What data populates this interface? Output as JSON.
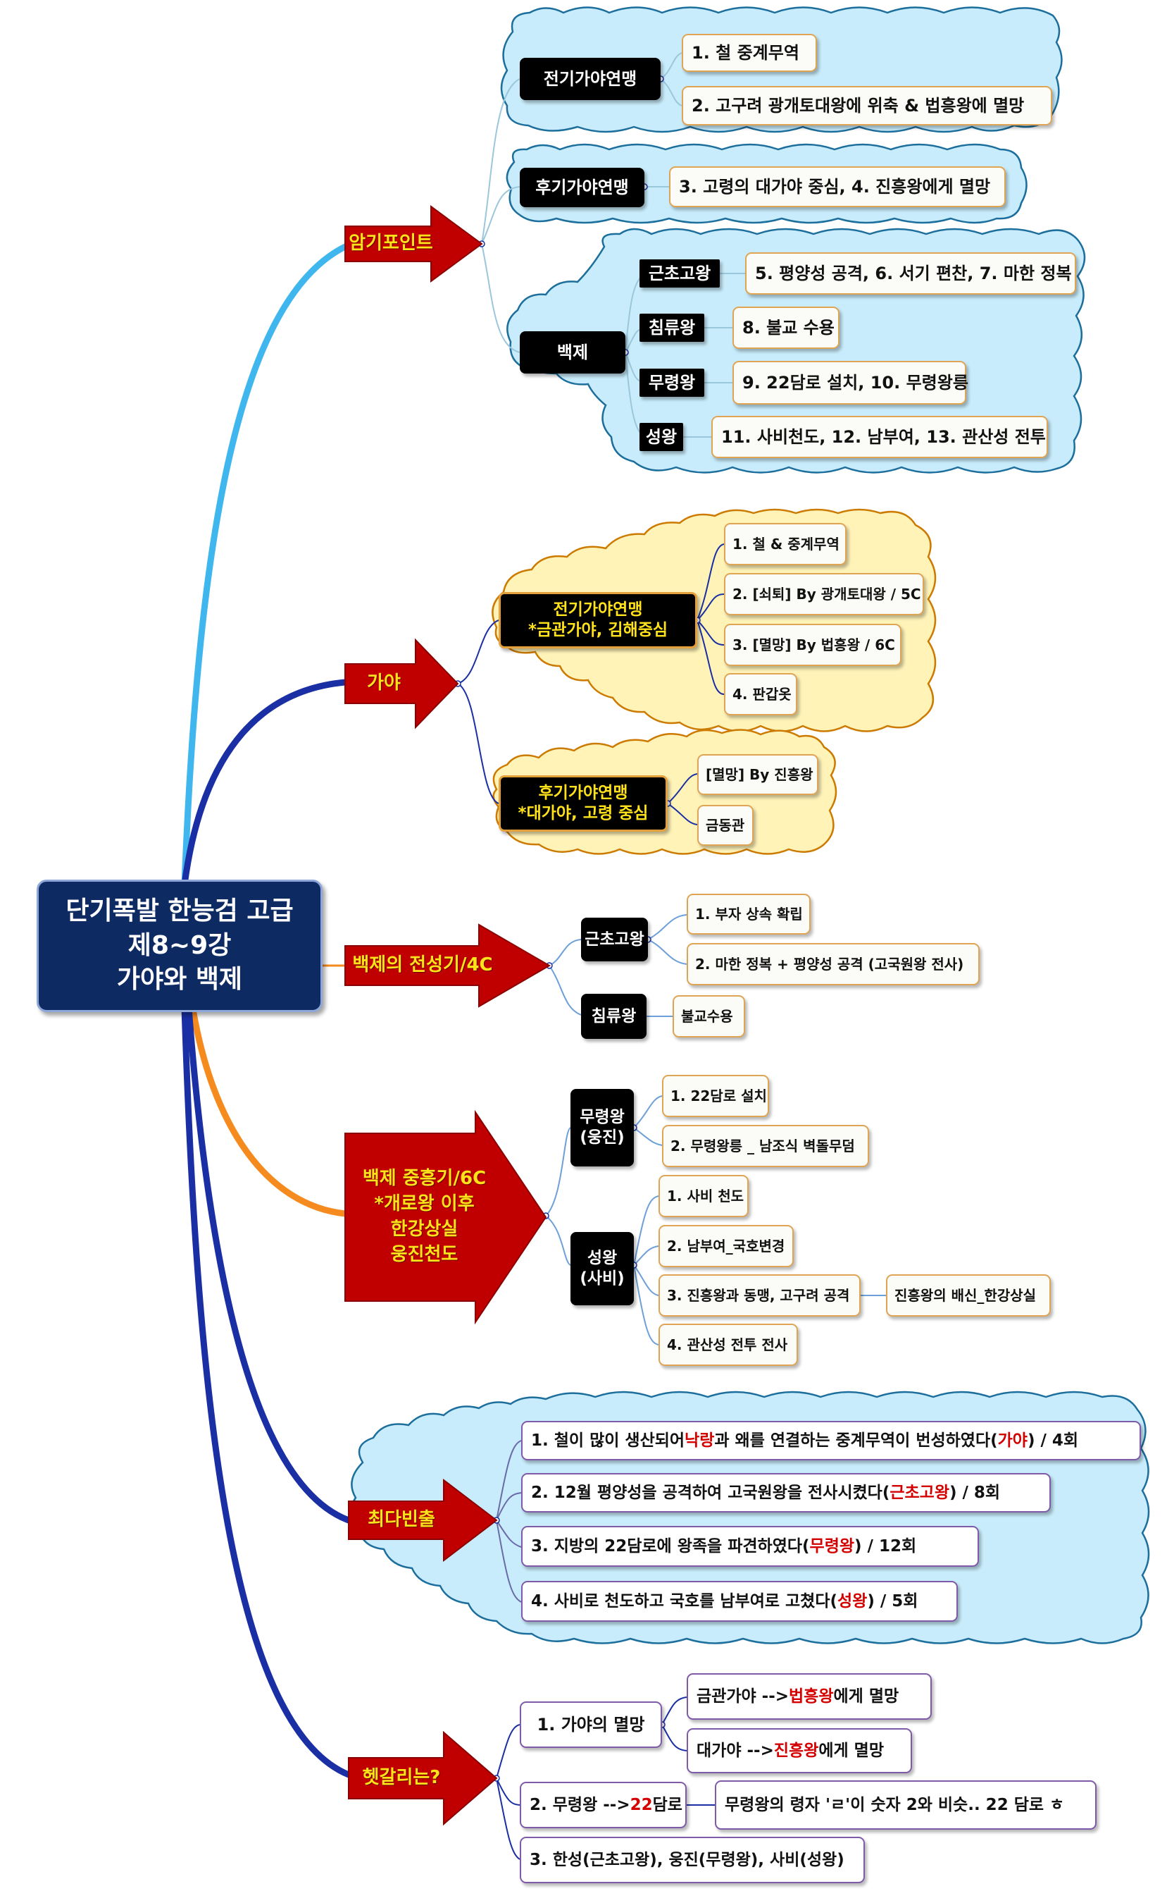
{
  "central": {
    "lines": [
      "단기폭발 한능검 고급",
      "제8~9강",
      "가야와 백제"
    ]
  },
  "topics": {
    "t1": "암기포인트",
    "t2": "가야",
    "t3": "백제의 전성기/4C",
    "t4": [
      "백제 중흥기/6C",
      "*개로왕 이후",
      "한강상실",
      "웅진천도"
    ],
    "t5": "최다빈출",
    "t6": "헷갈리는?"
  },
  "memo": {
    "jeongi": {
      "label": "전기가야연맹",
      "items": [
        "1. 철 중계무역",
        "2. 고구려 광개토대왕에 위축 & 법흥왕에 멸망"
      ]
    },
    "hugi": {
      "label": "후기가야연맹",
      "items": [
        "3. 고령의 대가야 중심, 4. 진흥왕에게 멸망"
      ]
    },
    "baekje": {
      "label": "백제",
      "kings": [
        {
          "name": "근초고왕",
          "text": "5. 평양성 공격, 6. 서기 편찬, 7. 마한 정복"
        },
        {
          "name": "침류왕",
          "text": "8. 불교 수용"
        },
        {
          "name": "무령왕",
          "text": "9. 22담로 설치, 10. 무령왕릉"
        },
        {
          "name": "성왕",
          "text": "11. 사비천도, 12. 남부여, 13. 관산성 전투"
        }
      ]
    }
  },
  "gaya": {
    "jeongi": {
      "lines": [
        "전기가야연맹",
        "*금관가야, 김해중심"
      ],
      "items": [
        "1. 철 & 중계무역",
        "2. [쇠퇴] By 광개토대왕 / 5C",
        "3. [멸망] By 법흥왕 / 6C",
        "4. 판갑옷"
      ]
    },
    "hugi": {
      "lines": [
        "후기가야연맹",
        "*대가야, 고령 중심"
      ],
      "items": [
        "[멸망] By 진흥왕",
        "금동관"
      ]
    }
  },
  "golden": {
    "geunchogo": {
      "name": "근초고왕",
      "items": [
        "1. 부자 상속 확립",
        "2. 마한 정복 + 평양성 공격 (고국원왕 전사)"
      ]
    },
    "chimnyu": {
      "name": "침류왕",
      "items": [
        "불교수용"
      ]
    }
  },
  "revival": {
    "muryeong": {
      "lines": [
        "무령왕",
        "(웅진)"
      ],
      "items": [
        "1. 22담로 설치",
        "2. 무령왕릉 _ 남조식 벽돌무덤"
      ]
    },
    "seong": {
      "lines": [
        "성왕",
        "(사비)"
      ],
      "items": [
        "1. 사비 천도",
        "2. 남부여_국호변경",
        "3. 진흥왕과 동맹, 고구려 공격",
        "4. 관산성 전투 전사"
      ],
      "sub": "진흥왕의 배신_한강상실"
    }
  },
  "frequent": [
    {
      "a": "1. 철이 많이 생산되어 ",
      "r1": "낙랑",
      "b": "과 왜를 연결하는 중계무역이 번성하였다(",
      "r2": "가야",
      "c": ") / 4회"
    },
    {
      "a": "2. 12월 평양성을 공격하여 고국원왕을 전사시켰다(",
      "r1": "근초고왕",
      "b": ") / 8회"
    },
    {
      "a": "3. 지방의 22담로에 왕족을 파견하였다(",
      "r1": "무령왕",
      "b": ") / 12회"
    },
    {
      "a": "4. 사비로 천도하고 국호를 남부여로 고쳤다(",
      "r1": "성왕",
      "b": ") / 5회"
    }
  ],
  "confusing": {
    "fall": {
      "label": "1. 가야의 멸망",
      "items": [
        {
          "a": "금관가야 --> ",
          "r": "법흥왕",
          "b": "에게 멸망"
        },
        {
          "a": "대가야 --> ",
          "r": "진흥왕",
          "b": "에게 멸망"
        }
      ]
    },
    "muryeong": {
      "a": "2. 무령왕 -->",
      "r": "22",
      "b": "담로",
      "hint": "무령왕의 령자 'ㄹ'이 숫자 2와 비슷.. 22 담로 ㅎ"
    },
    "capitals": "3. 한성(근초고왕), 웅진(무령왕), 사비(성왕)"
  },
  "colors": {
    "central_bg": "#0d2a63",
    "arrow_red": "#c00000",
    "arrow_text": "#ffe21a",
    "cloud_blue": "#c8ecfb",
    "cloud_yellow": "#fff3b8",
    "box_border": "#e0a455",
    "branch_lightblue": "#3fb7ee",
    "branch_navy": "#1a2fa3",
    "branch_orange": "#f58a1f",
    "highlight_red": "#d40000"
  }
}
